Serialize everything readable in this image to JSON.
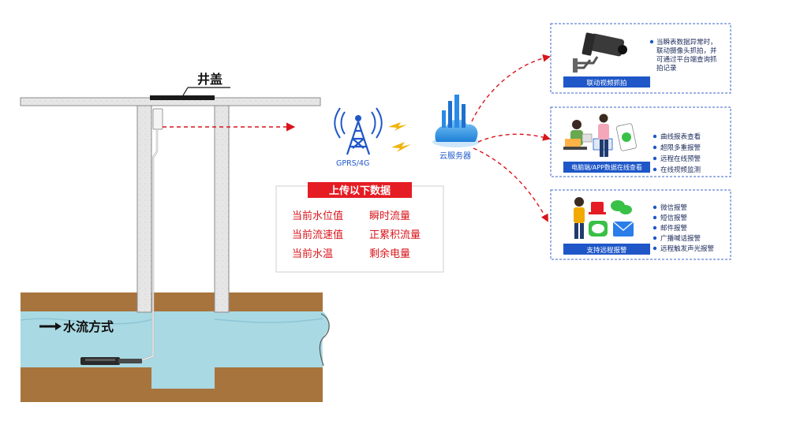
{
  "labels": {
    "well_cover": "井盖",
    "flow_direction": "水流方式",
    "gprs": "GPRS/4G",
    "cloud_server": "云服务器"
  },
  "data_box": {
    "title": "上传以下数据",
    "items_left": [
      "当前水位值",
      "当前流速值",
      "当前水温"
    ],
    "items_right": [
      "瞬时流量",
      "正累积流量",
      "剩余电量"
    ]
  },
  "panels": [
    {
      "tag": "联动视频抓拍",
      "text_lines": [
        "当瞬表数据异常时，",
        "联动摄像头抓拍，并",
        "可通过平台端查询抓",
        "拍记录"
      ]
    },
    {
      "tag": "电脑端/APP数据在线查看",
      "items": [
        "曲线报表查看",
        "超限多重报警",
        "远程在线预警",
        "在线视频监测"
      ]
    },
    {
      "tag": "支持远程报警",
      "items": [
        "微信报警",
        "短信报警",
        "邮件报警",
        "广播喊话报警",
        "远程触发声光报警"
      ]
    }
  ],
  "colors": {
    "accent_red": "#d9151b",
    "tag_blue": "#1f57c8",
    "panel_border": "#3b63c9",
    "water": "#a9d9e3",
    "soil": "#a8743d",
    "concrete": "#e4e4e4"
  }
}
